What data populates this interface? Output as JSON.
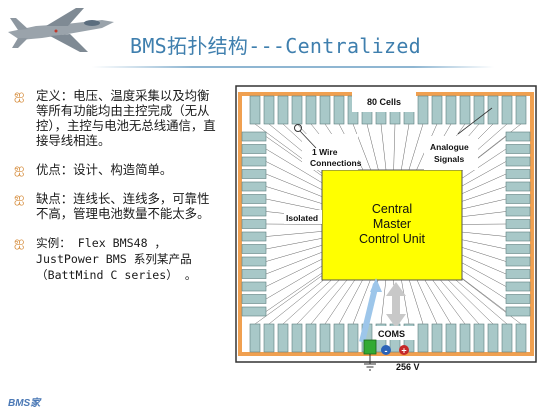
{
  "slide": {
    "title": "BMS拓扑结构---Centralized",
    "bullets": [
      {
        "mark": "ஐ",
        "text": "定义：电压、温度采集以及均衡等所有功能均由主控完成（无从控），主控与电池无总线通信，直接导线相连。"
      },
      {
        "mark": "ஐ",
        "text": "优点：设计、构造简单。"
      },
      {
        "mark": "ஐ",
        "text": "缺点：连线长、连线多，可靠性不高，管理电池数量不能太多。"
      },
      {
        "mark": "ஐ",
        "text": "实例： Flex BMS48 ， JustPower BMS 系列某产品（BattMind C series） 。"
      }
    ],
    "logo": "BMS家"
  },
  "diagram": {
    "cells_label": "80 Cells",
    "wire_label_1": "1 Wire",
    "wire_label_2": "Connections",
    "analogue_label_1": "Analogue",
    "analogue_label_2": "Signals",
    "isolated_label": "Isolated",
    "unit_line_1": "Central",
    "unit_line_2": "Master",
    "unit_line_3": "Control Unit",
    "coms_label": "COMS",
    "voltage_label": "256 V",
    "minus_sign": "-",
    "plus_sign": "+",
    "colors": {
      "control_unit": "#ffff00",
      "cell_body": "#a8c8c8",
      "cell_dark": "#5e7f7f",
      "bus_bar": "#f0a050",
      "frame": "#2a2a2a"
    }
  }
}
